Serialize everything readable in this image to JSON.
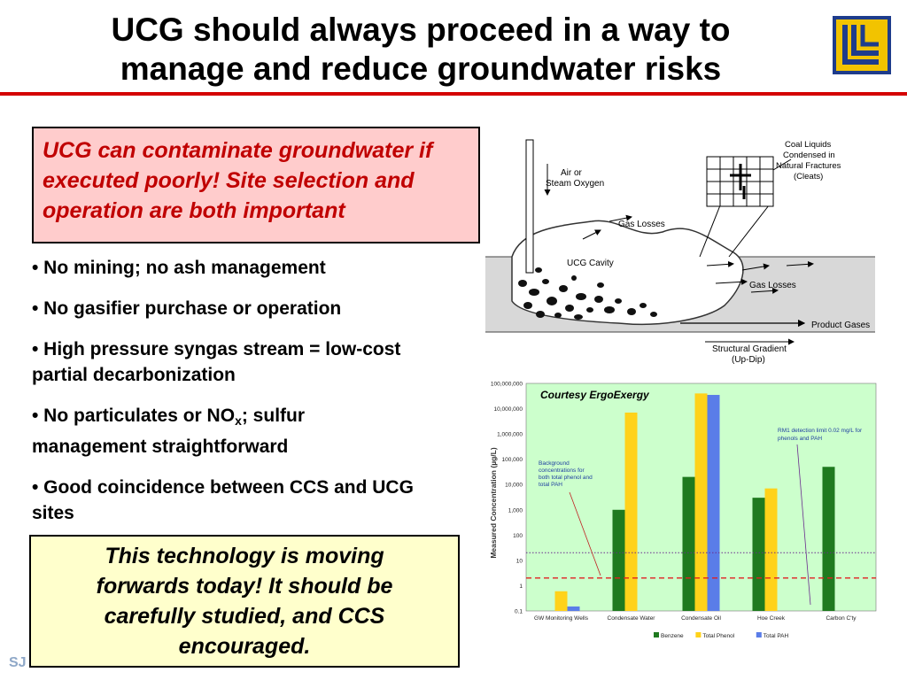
{
  "slide": {
    "title_line1": "UCG should always proceed in a way to",
    "title_line2": "manage and reduce groundwater risks",
    "warning_box": "UCG can contaminate groundwater if executed poorly! Site selection and operation are both important",
    "bullets": [
      {
        "text": "• No mining; no ash management"
      },
      {
        "text": "• No gasifier purchase or operation"
      },
      {
        "text": "• High pressure syngas stream = low-cost partial decarbonization"
      },
      {
        "pre": "• No particulates or NO",
        "sub": "x",
        "post": "; sulfur management straightforward"
      },
      {
        "text": "• Good coincidence between CCS and UCG sites"
      }
    ],
    "conclusion_box": "This technology is moving forwards today! It should be carefully studied, and CCS encouraged.",
    "footer": "SJ",
    "colors": {
      "title_rule": "#d40000",
      "warning_text": "#c00000",
      "warning_bg": "#ffcccc",
      "conclusion_bg": "#ffffcc"
    }
  },
  "diagram": {
    "labels": {
      "air_steam_oxygen_1": "Air  or",
      "air_steam_oxygen_2": "Steam  Oxygen",
      "gas_losses_top": "Gas Losses",
      "ucg_cavity": "UCG Cavity",
      "gas_losses_right": "Gas  Losses",
      "product_gases": "Product  Gases",
      "coal_liquids_1": "Coal  Liquids",
      "coal_liquids_2": "Condensed  in",
      "coal_liquids_3": "Natural  Fractures",
      "coal_liquids_4": "(Cleats)",
      "structural_gradient_1": "Structural  Gradient",
      "structural_gradient_2": "(Up-Dip)"
    }
  },
  "chart_data": {
    "type": "bar",
    "credit": "Courtesy ErgoExergy",
    "ylabel": "Measured Concentration (µg/L)",
    "yscale": "log",
    "ylim": [
      0.1,
      100000000
    ],
    "ytick_labels": [
      "0.1",
      "1",
      "10",
      "100",
      "1,000",
      "10,000",
      "100,000",
      "1,000,000",
      "10,000,000",
      "100,000,000"
    ],
    "categories": [
      "GW Monitoring Wells",
      "Condensate Water",
      "Condensate Oil",
      "Hoe Creek",
      "Carbon C'ty"
    ],
    "series": [
      {
        "name": "Benzene",
        "color": "#1f7a1f",
        "values": [
          null,
          1000,
          20000,
          3000,
          50000
        ]
      },
      {
        "name": "Total Phenol",
        "color": "#ffd21a",
        "values": [
          0.6,
          7000000,
          40000000,
          7000,
          null
        ]
      },
      {
        "name": "Total PAH",
        "color": "#5a7de8",
        "values": [
          0.15,
          null,
          35000000,
          null,
          null
        ]
      }
    ],
    "reference_lines": [
      {
        "value": 2,
        "style": "dashed",
        "color": "#e02020"
      },
      {
        "value": 20,
        "style": "dotted",
        "color": "#6a2c8e"
      }
    ],
    "annotations": [
      {
        "text_1": "Background",
        "text_2": "concentrations for",
        "text_3": "both total phenol and",
        "text_4": "total PAH"
      },
      {
        "text_1": "RM1 detection limit 0.02 mg/L for",
        "text_2": "phenols and PAH"
      }
    ],
    "plot_bg": "#ccffcc",
    "grid": false,
    "legend_position": "bottom"
  }
}
